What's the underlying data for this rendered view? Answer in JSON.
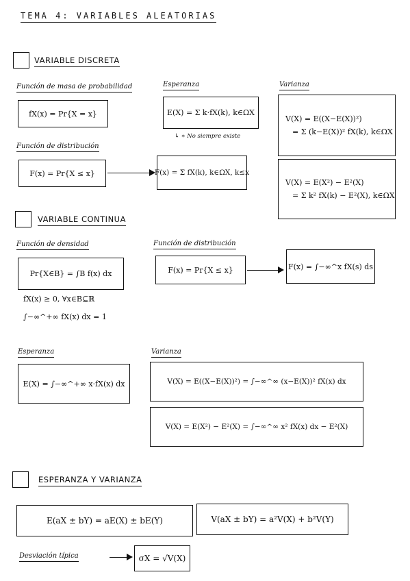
{
  "header": {
    "title": "TEMA 4: VARIABLES ALEATORIAS"
  },
  "discreta": {
    "section": "VARIABLE DISCRETA",
    "masa_label": "Función de masa de probabilidad",
    "masa_formula": "fX(x) = Pr{X = x}",
    "esperanza_label": "Esperanza",
    "esperanza_formula": "E(X) = Σ k·fX(k),  k∈ΩX",
    "esperanza_note": "↳ ∗ No siempre existe",
    "varianza_label": "Varianza",
    "varianza_line1": "V(X) = E((X−E(X))²)",
    "varianza_line2": "= Σ (k−E(X))² fX(k),  k∈ΩX",
    "varianza2_line1": "V(X) = E(X²) − E²(X)",
    "varianza2_line2": "= Σ k² fX(k) − E²(X),  k∈ΩX",
    "distribucion_label": "Función de distribución",
    "distribucion_formula": "F(x) = Pr{X ≤ x}",
    "distribucion_result": "F(x) = Σ fX(k),  k∈ΩX, k≤x"
  },
  "continua": {
    "section": "VARIABLE CONTINUA",
    "densidad_label": "Función de densidad",
    "densidad_formula": "Pr{X∈B} = ∫B f(x) dx",
    "densidad_cond1": "fX(x) ≥ 0, ∀x∈B⊆ℝ",
    "densidad_cond2": "∫−∞^+∞ fX(x) dx = 1",
    "distribucion_label": "Función de distribución",
    "distribucion_formula": "F(x) = Pr{X ≤ x}",
    "distribucion_result": "F(x) = ∫−∞^x fX(s) ds",
    "esperanza_label": "Esperanza",
    "esperanza_formula": "E(X) = ∫−∞^+∞ x·fX(x) dx",
    "varianza_label": "Varianza",
    "varianza_formula1": "V(X) = E((X−E(X))²) = ∫−∞^∞ (x−E(X))² fX(x) dx",
    "varianza_formula2": "V(X) = E(X²) − E²(X) = ∫−∞^∞ x² fX(x) dx − E²(X)"
  },
  "esp_var": {
    "section": "ESPERANZA Y VARIANZA",
    "formula_e": "E(aX ± bY) = aE(X) ± bE(Y)",
    "formula_v": "V(aX ± bY) = a²V(X) + b²V(Y)",
    "desviacion_label": "Desviación típica",
    "desviacion_formula": "σX = √V(X)"
  }
}
